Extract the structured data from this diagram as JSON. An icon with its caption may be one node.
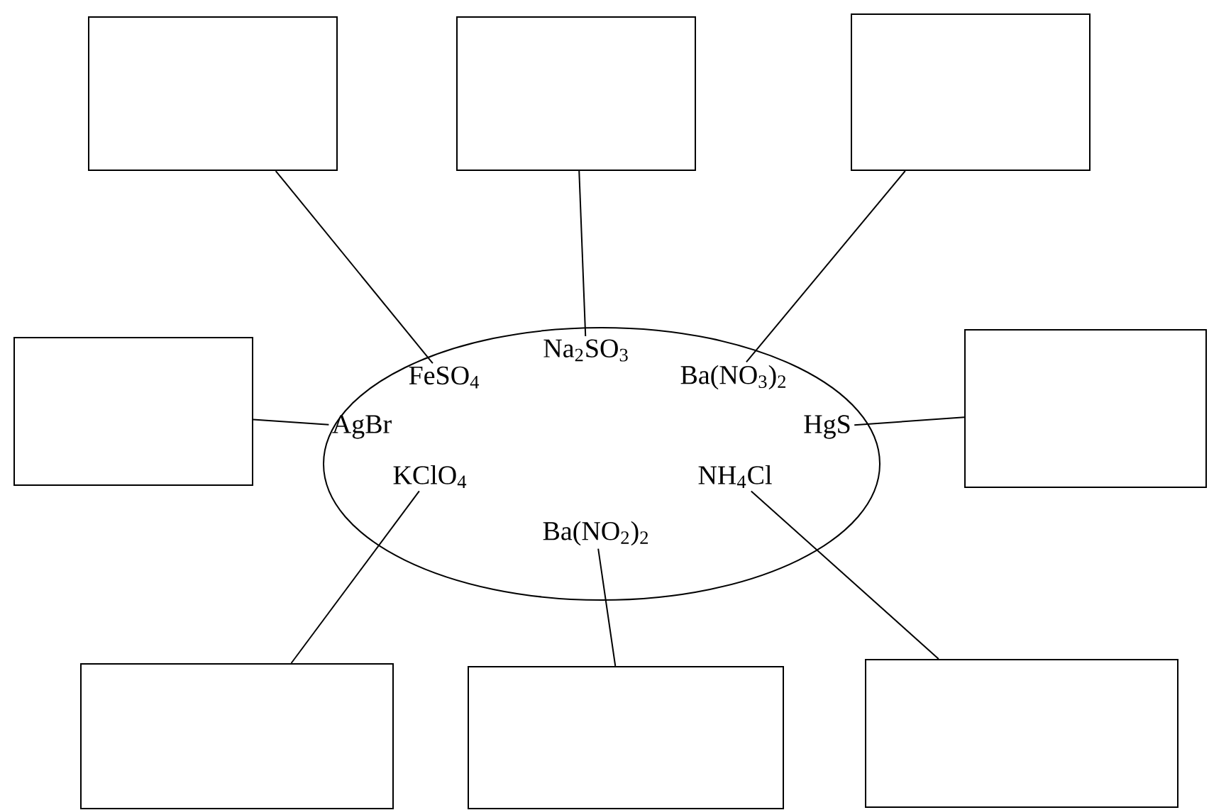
{
  "diagram": {
    "nodes": [
      {
        "text": [],
        "shape": "box"
      },
      {
        "text": [],
        "shape": "box"
      },
      {
        "text": [],
        "shape": "box"
      },
      {
        "text": [],
        "shape": "box"
      },
      {
        "text": [],
        "shape": "ellipse"
      },
      {
        "text": [
          "Na$_{2}$SO$_{3}$"
        ],
        "in": 4
      },
      {
        "text": [
          "FeSO$_{4}$"
        ],
        "in": 4
      },
      {
        "text": [
          "Ba(NO$_{3}$)$_{2}$"
        ],
        "in": 4
      },
      {
        "text": [
          "AgBr"
        ],
        "in": 4
      },
      {
        "text": [
          "HgS"
        ],
        "in": 4
      },
      {
        "text": [
          "KClO$_{4}$"
        ],
        "in": 4
      },
      {
        "text": [
          "NH$_{4}$Cl"
        ],
        "in": 4
      },
      {
        "text": [
          "Ba(NO$_{2}$)$_{2}$"
        ],
        "in": 4
      },
      {
        "text": [],
        "shape": "box"
      },
      {
        "text": [],
        "shape": "box"
      },
      {
        "text": [],
        "shape": "box"
      },
      {
        "text": [],
        "shape": "box"
      }
    ],
    "edges": [
      {
        "from": 5,
        "to": 1,
        "arrow": "none"
      },
      {
        "from": 6,
        "to": 0,
        "arrow": "none"
      },
      {
        "from": 7,
        "to": 2,
        "arrow": "none"
      },
      {
        "from": 8,
        "to": 3,
        "arrow": "none"
      },
      {
        "from": 9,
        "to": 13,
        "arrow": "none"
      },
      {
        "from": 10,
        "to": 14,
        "arrow": "none"
      },
      {
        "from": 11,
        "to": 16,
        "arrow": "none"
      },
      {
        "from": 12,
        "to": 15,
        "arrow": "none"
      }
    ]
  }
}
